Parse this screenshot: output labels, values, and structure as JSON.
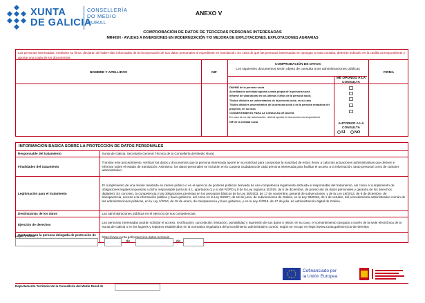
{
  "logo": {
    "brand_line1": "XUNTA",
    "brand_line2": "DE GALICIA",
    "dept_line1": "CONSELLERÍA",
    "dept_line2": "DO MEDIO",
    "dept_line3": "RURAL",
    "colors": {
      "brand": "#1e67b4"
    }
  },
  "annex": "ANEXO V",
  "title": "COMPROBACIÓN DE DATOS DE TERCERAS PERSONAS INTERESADAS",
  "subtitle": "MR405H - AYUDAS A INVERSIONES EN MODERNIZACIÓN Y/O MEJORA DE EXPLOTACIONES. EXPLOTACIONES AGRARIAS",
  "intro": "Las personas interesadas, mediante su firma, declaran de haber sido informadas de la incorporación de sus datos personales al expediente en tramitación. En caso de que las personas interesadas se opongan a esta consulta, deberán indicarlo en la casilla correspondiente y aportar una copia de los documentos.",
  "consult_table": {
    "col_name": "NOMBRE Y APELLIDOS",
    "col_nif": "NIF",
    "col_check_title": "COMPROBACIÓN DE DATOS",
    "col_check_sub": "Los siguientes documentos serán objeto de consulta a las administraciones públicas",
    "col_firma": "FIRMA",
    "oppose_header": "ME OPONGO A LA CONSULTA",
    "docs": [
      "DNI/NIE de la persona socia",
      "Acreditación actividad agraria cuenta propia de la persona socia",
      "Informe de vida laboral en los últimos 5 años de la persona socia",
      "Títulos oficiales no universitarios de la persona socia, en su caso",
      "Títulos oficiales universitarios de la persona socia o de la persona redactora del proyecto, en su caso"
    ],
    "consent_title": "CONSENTIMIENTO PARA LA CONSULTA DE DATOS",
    "consent_text": "En caso de no dar autorización, deberá aportar el documento correspondiente",
    "consent_doc": "NIF de la entidad socia",
    "authorize_header": "AUTORIZO A LA CONSULTA",
    "yes": "SÍ",
    "no": "NO"
  },
  "info": {
    "heading": "INFORMACIÓN BÁSICA SOBRE LA PROTECCIÓN DE DATOS PERSONALES",
    "rows": [
      {
        "label": "Responsable del tratamiento",
        "value": "Xunta de Galicia. Secretaría General Técnica de la Consellería del Medio Rural."
      },
      {
        "label": "Finalidades del tratamiento",
        "value": "Tramitar este procedimiento, verificar los datos y documentos que la persona interesada aporte en su solicitud para comprobar la exactitud de estos, llevar a cabo las actuaciones administrativas que deriven e informar sobre el estado de tramitación. Asimismo, los datos personales se incluirán en la Carpeta ciudadana de cada persona interesada para facilitar el acceso a la información, tanto personal como de carácter administrativo."
      },
      {
        "label": "Legitimación para el tratamiento",
        "value": "El cumplimiento de una misión realizada en interés público o en el ejercicio de poderes públicos derivada de una competencia legalmente atribuida al responsable del tratamiento, así como el cumplimiento de obligaciones legales impuestas a dicho responsable (artículo 6.1, apartados c) y e) del RGPD y 8 de la Ley orgánica 3/2018, de 5 de diciembre, de protección de datos personales y garantía de los derechos digitales). En concreto, la competencia y las obligaciones previstas en los preceptos básicos de la Ley 38/2003, de 17 de noviembre, general de subvenciones, y de la Ley 19/2013, de 9 de diciembre, de transparencia, acceso a la información pública y buen gobierno, así como en la Ley 9/2007, de 13 de junio, de subvenciones de Galicia, en la Ley 39/2015, de 1 de octubre, del procedimiento administrativo común de las administraciones públicas, en la Ley 1/2016, de 18 de enero, de transparencia y buen gobierno, y en la Ley 4/2019, de 17 de julio, de administración digital de Galicia."
      },
      {
        "label": "Destinatarias de los datos",
        "value": "Las administraciones públicas en el ejercicio de sus competencias."
      },
      {
        "label": "Ejercicio de derechos",
        "value": "Las personas interesadas podrán solicitar el acceso, rectificación, cancelación, limitación, portabilidad y supresión de sus datos o retirar, en su caso, el consentimiento otorgado a través de la sede electrónica de la Xunta de Galicia o en los lugares y registros establecidos en la normativa reguladora del procedimiento administrativo común, según se recoge en https://www.xunta.gal/exercicio-de-dereitos"
      },
      {
        "label": "Contacto con la persona delegada de protección de datos y más información",
        "value": "https://www.xunta.gal/proteccion-datos-persoais"
      }
    ]
  },
  "signature": {
    "place_label": "Lugar y fecha",
    "sep_comma": ",",
    "sep_de1": "de",
    "sep_de2": "de"
  },
  "eu": {
    "line1": "Cofinanciado por",
    "line2": "la Unión Europea"
  },
  "footer": "Departamento Territorial de la Consellería del Medio Rural de",
  "accent_color": "#c00018"
}
